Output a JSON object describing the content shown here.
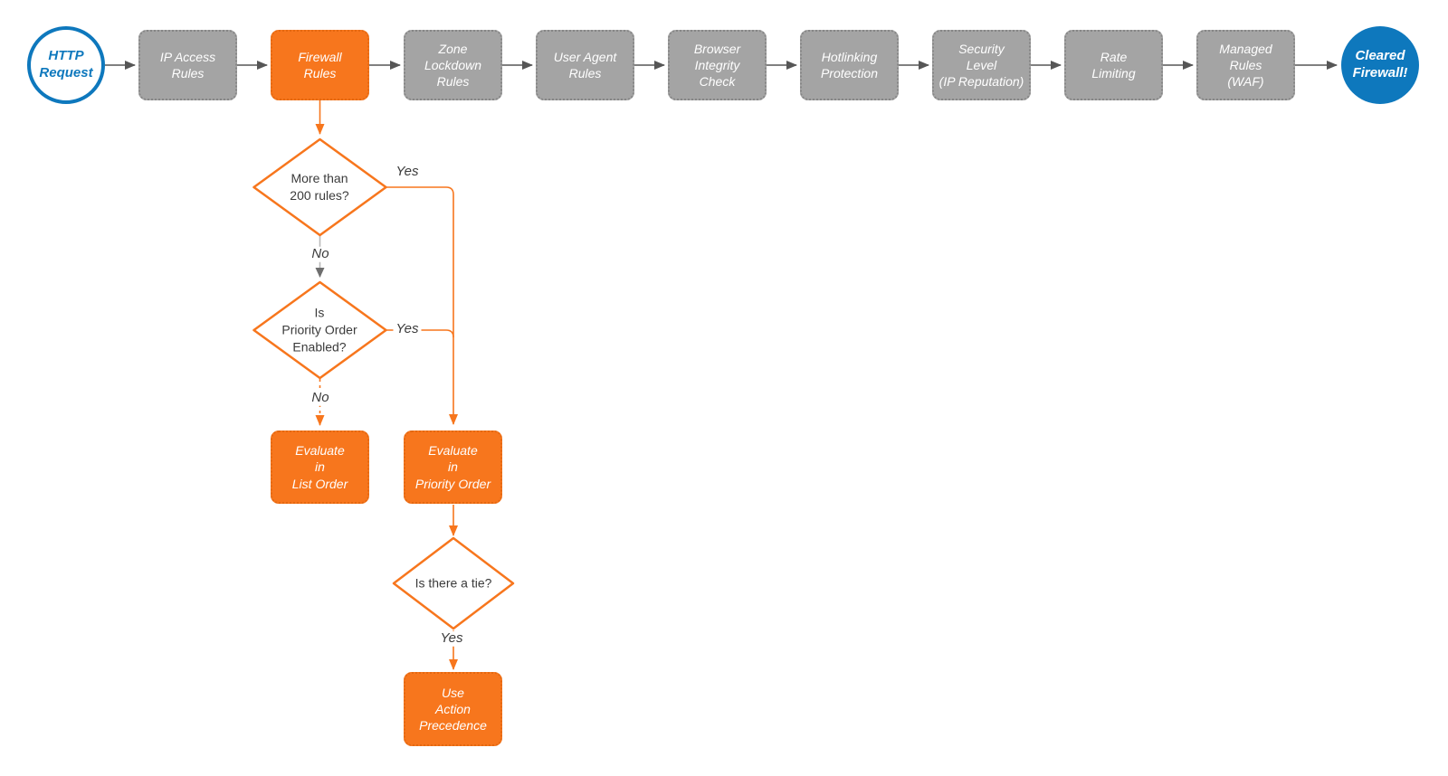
{
  "colors": {
    "orange": "#F7761D",
    "blue": "#0E78BD",
    "gray_node": "#A4A4A4",
    "dark_arrow": "#565656",
    "gray_line": "#B9B9B9",
    "gray_arrowhead": "#6E6E6E",
    "label_text": "#3B3B3B",
    "node_text": "#FFFFFF"
  },
  "flow": {
    "start": {
      "label": "HTTP\nRequest"
    },
    "pipeline": [
      {
        "label": "IP Access\nRules"
      },
      {
        "label": "Firewall\nRules"
      },
      {
        "label": "Zone\nLockdown\nRules"
      },
      {
        "label": "User Agent\nRules"
      },
      {
        "label": "Browser\nIntegrity\nCheck"
      },
      {
        "label": "Hotlinking\nProtection"
      },
      {
        "label": "Security\nLevel\n(IP Reputation)"
      },
      {
        "label": "Rate\nLimiting"
      },
      {
        "label": "Managed\nRules\n(WAF)"
      }
    ],
    "end": {
      "label": "Cleared\nFirewall!"
    },
    "decisions": [
      {
        "label": "More than\n200 rules?"
      },
      {
        "label": "Is\nPriority Order\nEnabled?"
      },
      {
        "label": "Is there a tie?"
      }
    ],
    "actions": [
      {
        "label": "Evaluate\nin\nList Order"
      },
      {
        "label": "Evaluate\nin\nPriority Order"
      },
      {
        "label": "Use\nAction\nPrecedence"
      }
    ],
    "edge_labels": {
      "more_rules_yes": "Yes",
      "more_rules_no": "No",
      "priority_enabled_yes": "Yes",
      "priority_enabled_no": "No",
      "tie_yes": "Yes"
    }
  }
}
